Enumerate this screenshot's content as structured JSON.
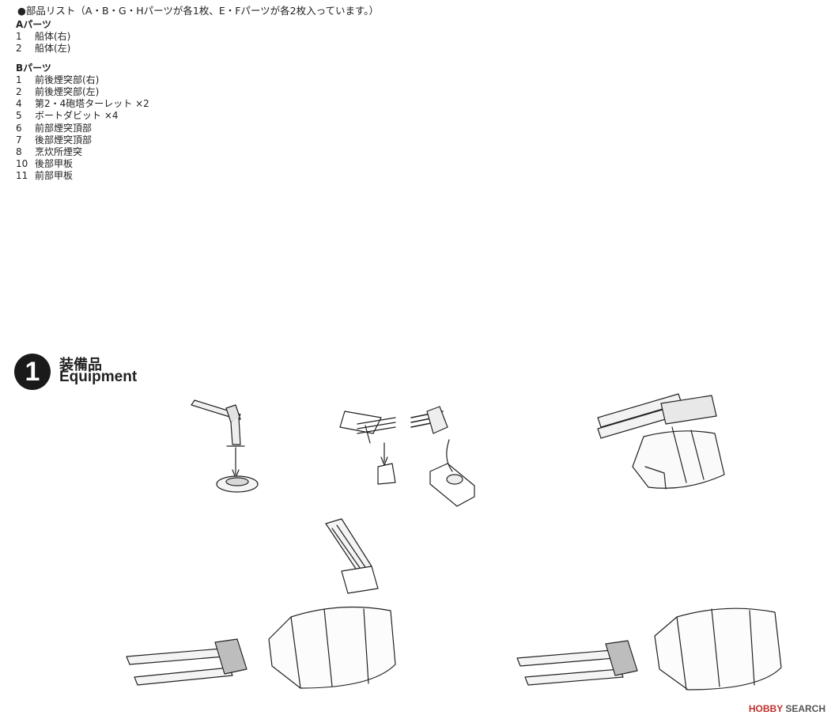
{
  "parts_intro": "●部品リスト（A・B・G・Hパーツが各1枚、E・Fパーツが各2枚入っています。）",
  "parts": {
    "col1": [
      {
        "section": "Aパーツ",
        "items": [
          {
            "num": "1",
            "name": "船体(右)"
          },
          {
            "num": "2",
            "name": "船体(左)"
          }
        ]
      },
      {
        "section": "Bパーツ",
        "items": [
          {
            "num": "1",
            "name": "前後煙突部(右)"
          },
          {
            "num": "2",
            "name": "前後煙突部(左)"
          },
          {
            "num": "4",
            "name": "第2・4砲塔ターレット ×2"
          },
          {
            "num": "5",
            "name": "ボートダビット ×4"
          },
          {
            "num": "6",
            "name": "前部煙突頂部"
          },
          {
            "num": "7",
            "name": "後部煙突頂部"
          },
          {
            "num": "8",
            "name": "烹炊所煙突"
          },
          {
            "num": "10",
            "name": "後部甲板"
          },
          {
            "num": "11",
            "name": "前部甲板"
          }
        ]
      }
    ]
  },
  "equipment": {
    "step_number": "1",
    "title_jp": "装備品",
    "title_en": "Equipment"
  },
  "watermark": {
    "brand": "HOBBY",
    "suffix": "SEARCH"
  }
}
